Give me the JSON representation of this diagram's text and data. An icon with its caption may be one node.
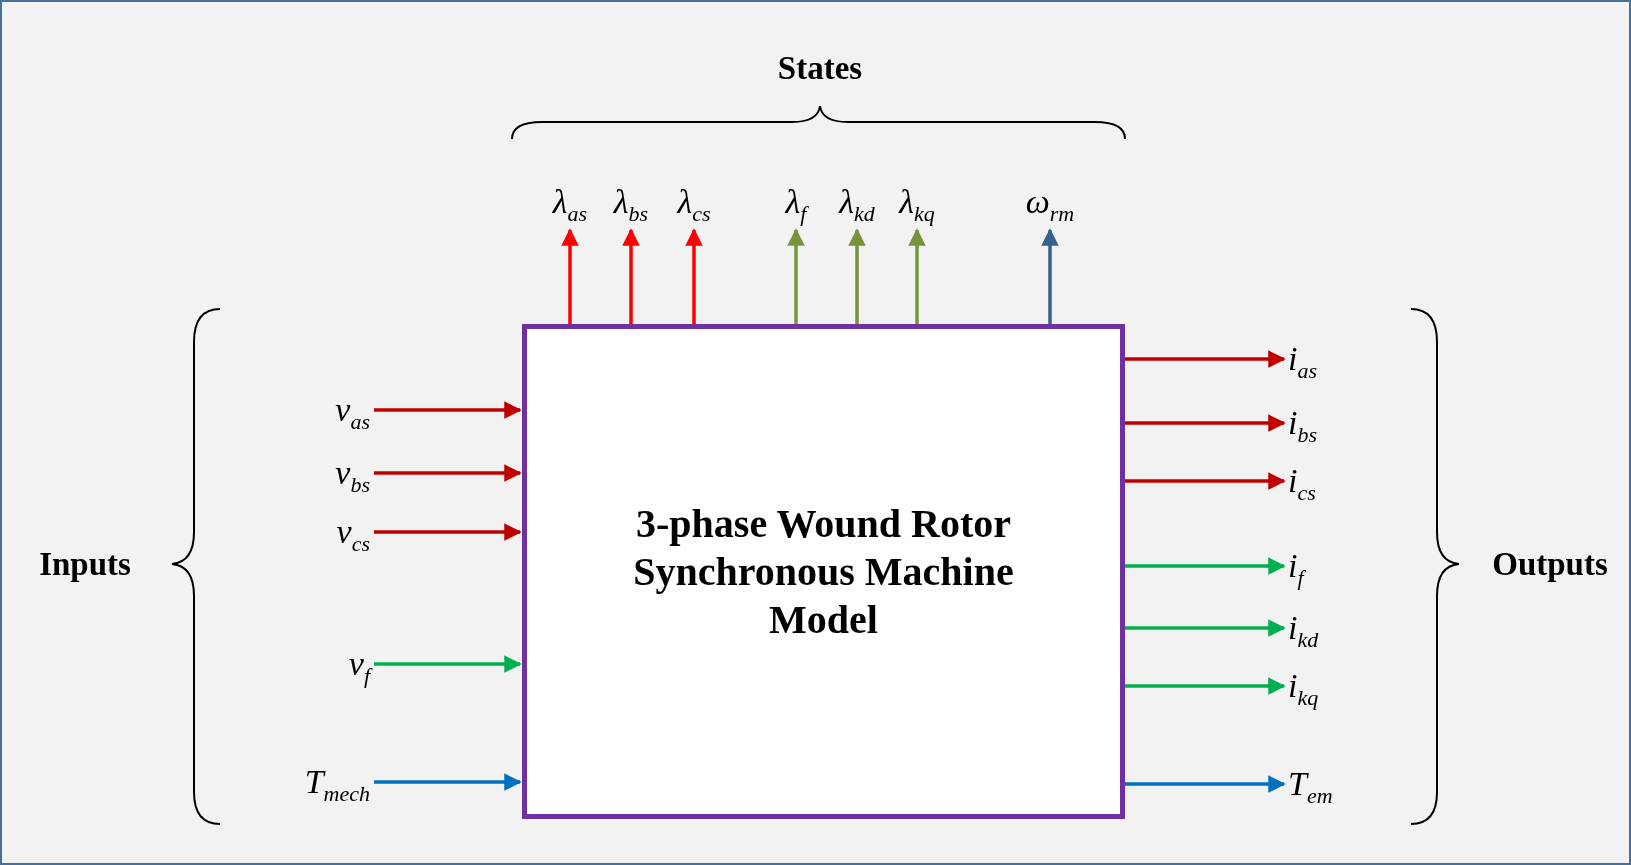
{
  "diagram": {
    "nodes": [
      {
        "text": [
          "3-phase Wound Rotor Synchronous Machine Model"
        ]
      },
      {
        "text": [
          "λ$_{as}$"
        ]
      },
      {
        "text": [
          "λ$_{bs}$"
        ]
      },
      {
        "text": [
          "λ$_{cs}$"
        ]
      },
      {
        "text": [
          "λ$_{f}$"
        ]
      },
      {
        "text": [
          "λ$_{kd}$"
        ]
      },
      {
        "text": [
          "λ$_{kq}$"
        ]
      },
      {
        "text": [
          "ω$_{rm}$"
        ]
      },
      {
        "text": [
          "v$_{as}$"
        ]
      },
      {
        "text": [
          "v$_{bs}$"
        ]
      },
      {
        "text": [
          "v$_{cs}$"
        ]
      },
      {
        "text": [
          "v$_{f}$"
        ]
      },
      {
        "text": [
          "T$_{mech}$"
        ]
      },
      {
        "text": [
          "i$_{as}$"
        ]
      },
      {
        "text": [
          "i$_{bs}$"
        ]
      },
      {
        "text": [
          "i$_{cs}$"
        ]
      },
      {
        "text": [
          "i$_{f}$"
        ]
      },
      {
        "text": [
          "i$_{kd}$"
        ]
      },
      {
        "text": [
          "i$_{kq}$"
        ]
      },
      {
        "text": [
          "T$_{em}$"
        ]
      }
    ],
    "edges": [
      {
        "from": 0,
        "to": 1,
        "arrow": "to",
        "color": "#ff0000"
      },
      {
        "from": 0,
        "to": 2,
        "arrow": "to",
        "color": "#ff0000"
      },
      {
        "from": 0,
        "to": 3,
        "arrow": "to",
        "color": "#ff0000"
      },
      {
        "from": 0,
        "to": 4,
        "arrow": "to",
        "color": "#77933c"
      },
      {
        "from": 0,
        "to": 5,
        "arrow": "to",
        "color": "#77933c"
      },
      {
        "from": 0,
        "to": 6,
        "arrow": "to",
        "color": "#77933c"
      },
      {
        "from": 0,
        "to": 7,
        "arrow": "to",
        "color": "#376092"
      },
      {
        "from": 8,
        "to": 0,
        "arrow": "to",
        "color": "#c00000"
      },
      {
        "from": 9,
        "to": 0,
        "arrow": "to",
        "color": "#c00000"
      },
      {
        "from": 10,
        "to": 0,
        "arrow": "to",
        "color": "#c00000"
      },
      {
        "from": 11,
        "to": 0,
        "arrow": "to",
        "color": "#00b050"
      },
      {
        "from": 12,
        "to": 0,
        "arrow": "to",
        "color": "#0070c0"
      },
      {
        "from": 0,
        "to": 13,
        "arrow": "to",
        "color": "#c00000"
      },
      {
        "from": 0,
        "to": 14,
        "arrow": "to",
        "color": "#c00000"
      },
      {
        "from": 0,
        "to": 15,
        "arrow": "to",
        "color": "#c00000"
      },
      {
        "from": 0,
        "to": 16,
        "arrow": "to",
        "color": "#00b050"
      },
      {
        "from": 0,
        "to": 17,
        "arrow": "to",
        "color": "#00b050"
      },
      {
        "from": 0,
        "to": 18,
        "arrow": "to",
        "color": "#00b050"
      },
      {
        "from": 0,
        "to": 19,
        "arrow": "to",
        "color": "#0070c0"
      }
    ],
    "labels": [
      "States",
      "Inputs",
      "Outputs"
    ]
  }
}
